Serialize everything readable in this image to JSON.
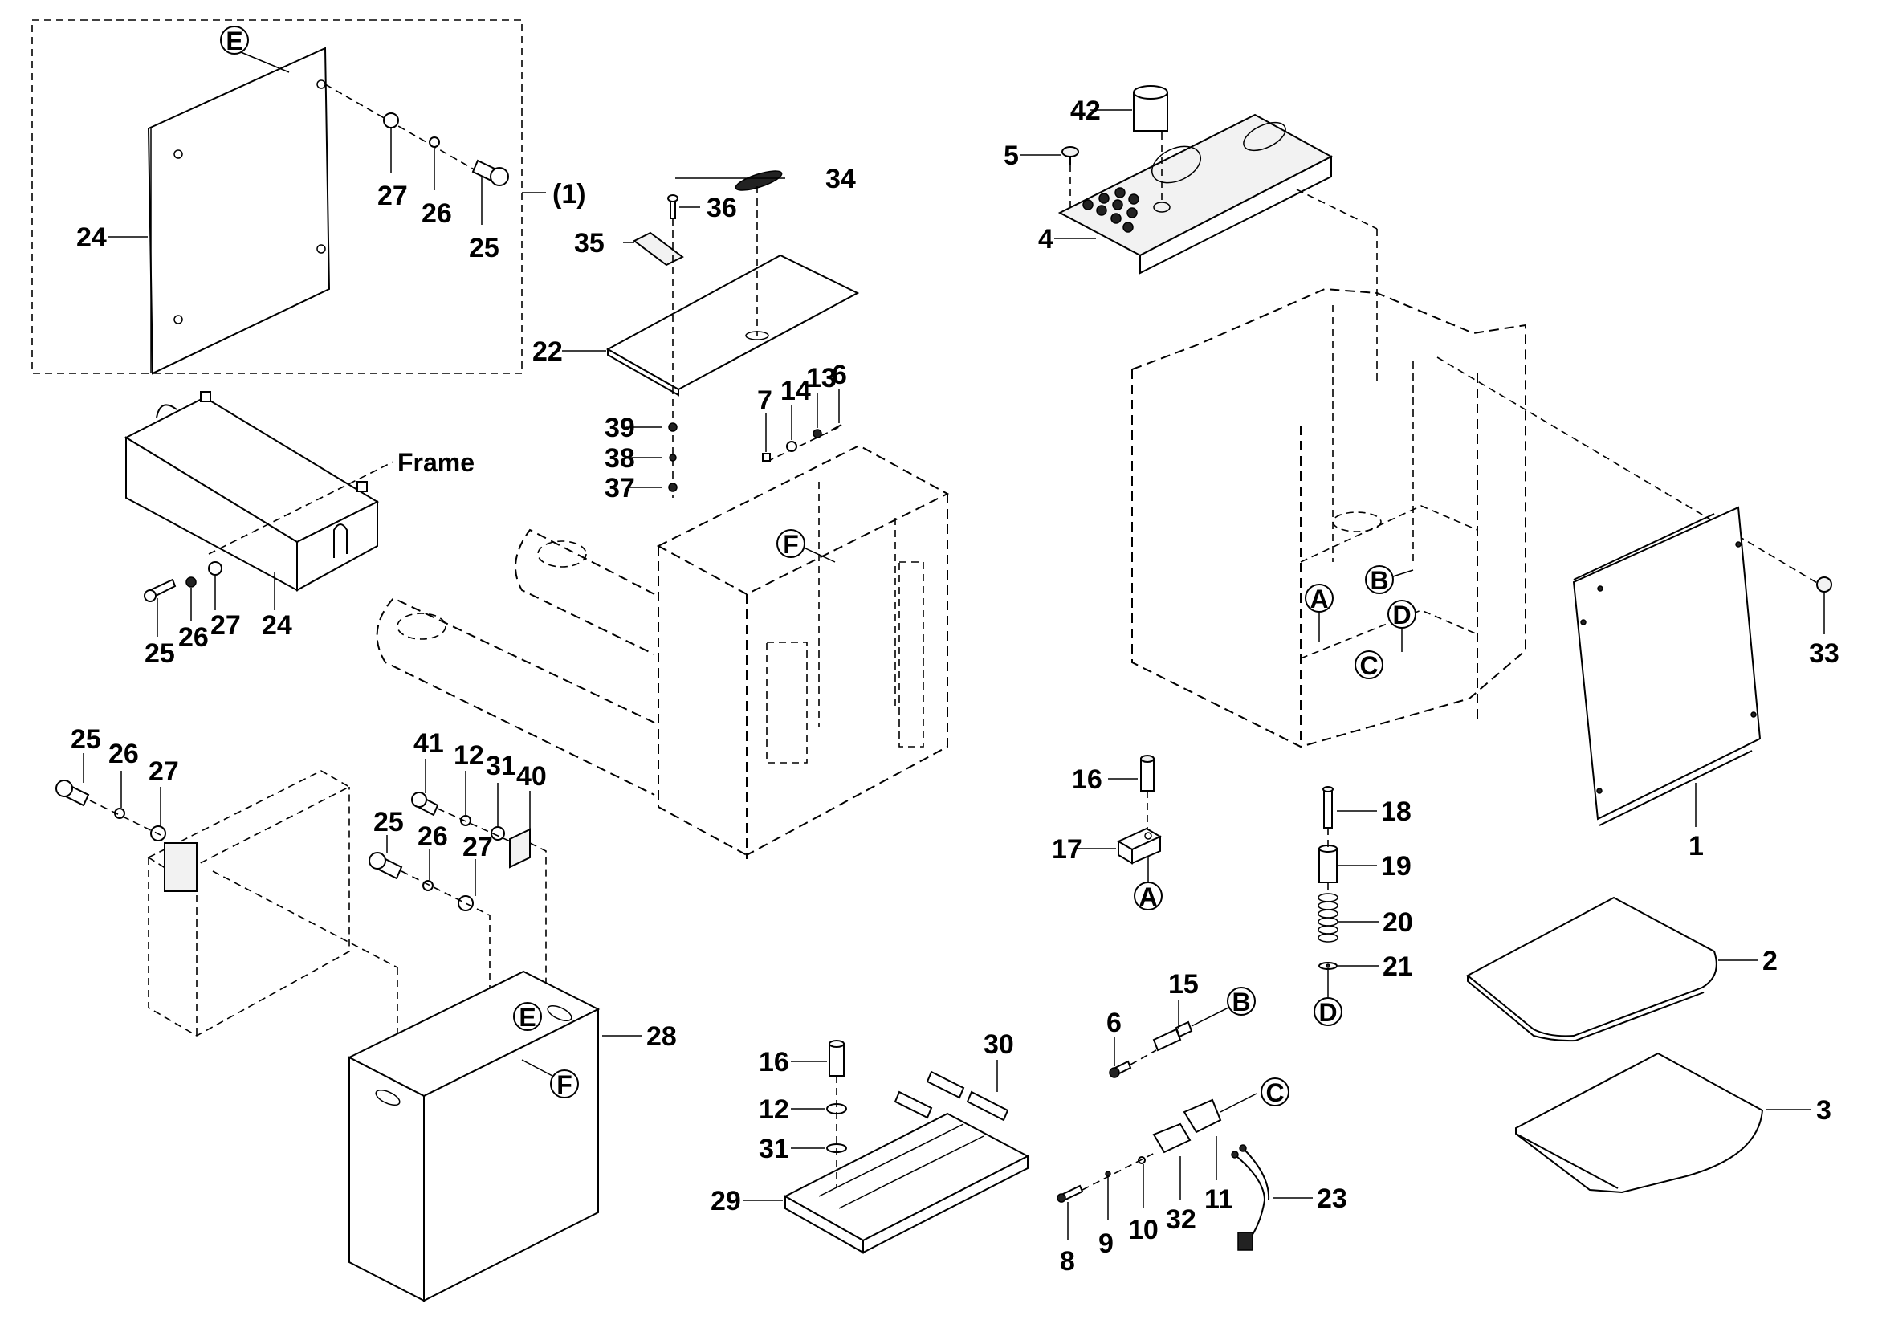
{
  "diagram": {
    "title": "Exploded parts diagram — pallet truck chassis, covers and battery compartment",
    "callouts": {
      "c1": "1",
      "c2": "2",
      "c3": "3",
      "c4": "4",
      "c5": "5",
      "c6a": "6",
      "c6b": "6",
      "c7": "7",
      "c8": "8",
      "c9": "9",
      "c10": "10",
      "c11": "11",
      "c12a": "12",
      "c12b": "12",
      "c13": "13",
      "c14": "14",
      "c15": "15",
      "c16a": "16",
      "c16b": "16",
      "c17": "17",
      "c18": "18",
      "c19": "19",
      "c20": "20",
      "c21": "21",
      "c22": "22",
      "c23": "23",
      "c24a": "24",
      "c24b": "24",
      "c25a": "25",
      "c25b": "25",
      "c25c": "25",
      "c25d": "25",
      "c26a": "26",
      "c26b": "26",
      "c26c": "26",
      "c26d": "26",
      "c27a": "27",
      "c27b": "27",
      "c27c": "27",
      "c27d": "27",
      "c28": "28",
      "c29": "29",
      "c30": "30",
      "c31a": "31",
      "c31b": "31",
      "c32": "32",
      "c33": "33",
      "c34": "34",
      "c35": "35",
      "c36": "36",
      "c37": "37",
      "c38": "38",
      "c39": "39",
      "c40": "40",
      "c41": "41",
      "c42": "42",
      "kit": "(1)",
      "frame": "Frame"
    },
    "references": {
      "E_top": "E",
      "E_box": "E",
      "F_frame": "F",
      "F_box": "F",
      "A_body": "A",
      "A_part": "A",
      "B_body": "B",
      "B_part": "B",
      "C_body": "C",
      "C_part": "C",
      "D_body": "D",
      "D_part": "D"
    }
  }
}
